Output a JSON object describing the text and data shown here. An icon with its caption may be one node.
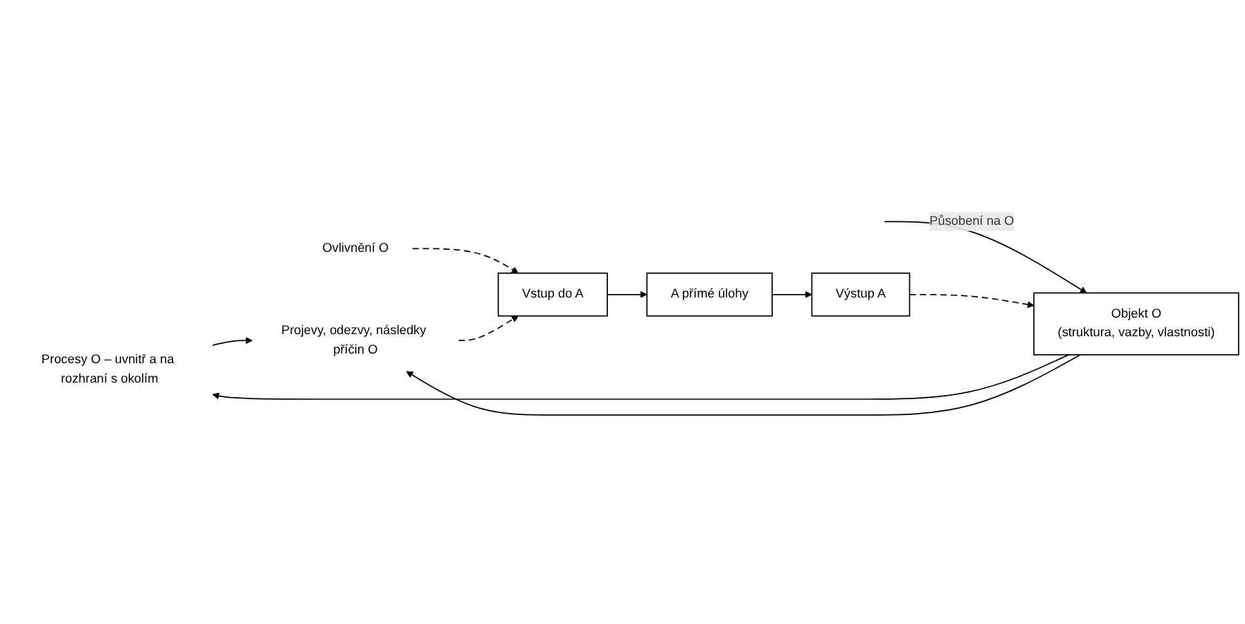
{
  "diagram": {
    "nodes": [
      {
        "text": [
          "Procesy O – uvnitř a na rozhraní s okolím"
        ]
      },
      {
        "text": [
          "Objekt O",
          "(struktura, vazby, vlastnosti)"
        ]
      },
      {
        "text": [
          "Projevy, odezvy, následky příčin O"
        ]
      },
      {
        "text": [
          "Ovlivnění O"
        ]
      },
      {
        "text": [
          "Vstup do A"
        ]
      },
      {
        "text": [
          "A přímé úlohy"
        ]
      },
      {
        "text": [
          "Výstup A"
        ]
      }
    ],
    "edges": [
      {
        "from": null,
        "to": 1,
        "arrow": "to",
        "label": "Působení na O"
      },
      {
        "from": 1,
        "to": 0,
        "arrow": "to"
      },
      {
        "from": 0,
        "to": 2,
        "arrow": "to"
      },
      {
        "from": 1,
        "to": 2,
        "arrow": "to"
      },
      {
        "from": 3,
        "to": 4,
        "arrow": "to",
        "style": "dashed"
      },
      {
        "from": 2,
        "to": 4,
        "arrow": "to",
        "style": "dashed"
      },
      {
        "from": 6,
        "to": 1,
        "arrow": "to",
        "style": "dashed"
      },
      {
        "from": 4,
        "to": 5,
        "arrow": "to"
      },
      {
        "from": 5,
        "to": 6,
        "arrow": "to"
      }
    ]
  }
}
